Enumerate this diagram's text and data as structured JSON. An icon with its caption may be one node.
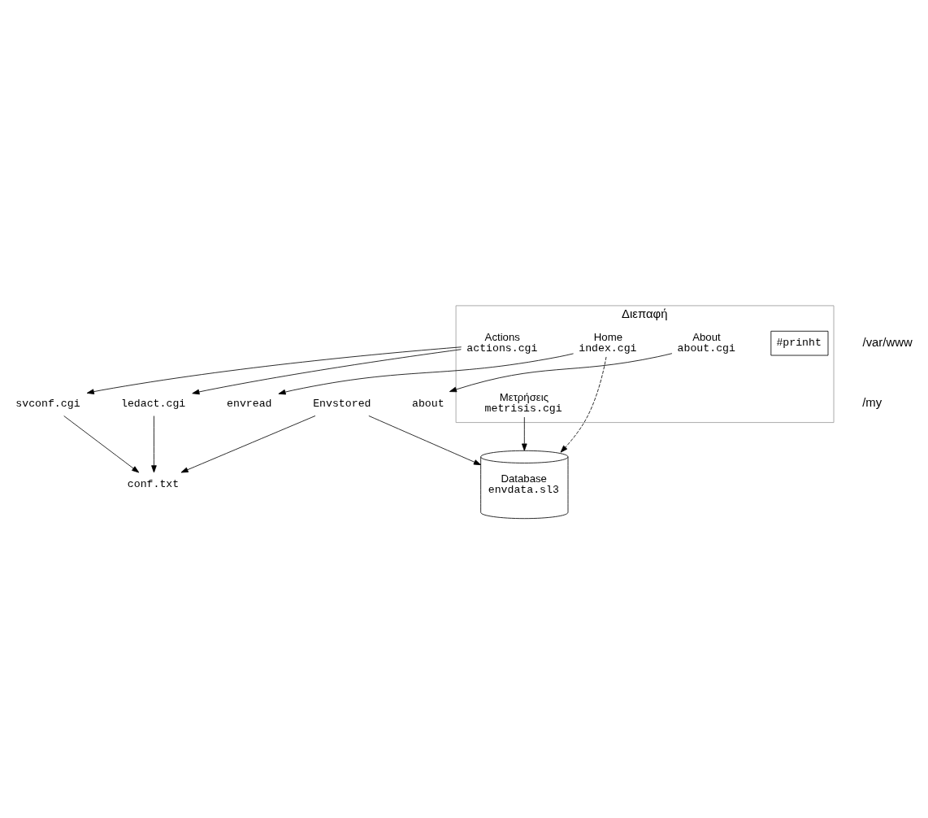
{
  "diagram": {
    "nodes": [
      {
        "text": [
          "Διεπαφή"
        ]
      },
      {
        "text": [
          "#prinht"
        ],
        "in": 0
      },
      {
        "text": [
          "Home",
          "index.cgi"
        ],
        "in": 0
      },
      {
        "text": [
          "Μετρήσεις",
          "metrisis.cgi"
        ],
        "in": 0
      },
      {
        "text": [
          "Actions",
          "actions.cgi"
        ],
        "in": 0
      },
      {
        "text": [
          "About",
          "about.cgi"
        ],
        "in": 0
      },
      {
        "text": [
          "ledact.cgi"
        ]
      },
      {
        "text": [
          "svconf.cgi"
        ]
      },
      {
        "text": [
          "about"
        ]
      },
      {
        "text": [
          "envread"
        ]
      },
      {
        "text": [
          "conf.txt"
        ]
      },
      {
        "text": [
          "Envstored"
        ]
      },
      {
        "text": [
          "Database",
          "envdata.sl3"
        ]
      }
    ],
    "edges": [
      {
        "from": 2,
        "to": 9,
        "arrow": "to"
      },
      {
        "from": 2,
        "to": 12,
        "arrow": "to",
        "style": "dashed"
      },
      {
        "from": 3,
        "to": 12,
        "arrow": "to"
      },
      {
        "from": 4,
        "to": 6,
        "arrow": "to"
      },
      {
        "from": 4,
        "to": 7,
        "arrow": "to"
      },
      {
        "from": 5,
        "to": 8,
        "arrow": "to"
      },
      {
        "from": 6,
        "to": 10,
        "arrow": "to"
      },
      {
        "from": 7,
        "to": 10,
        "arrow": "to"
      },
      {
        "from": 11,
        "to": 10,
        "arrow": "to"
      },
      {
        "from": 11,
        "to": 12,
        "arrow": "to"
      }
    ],
    "labels": [
      "/var/www",
      "/my"
    ]
  }
}
